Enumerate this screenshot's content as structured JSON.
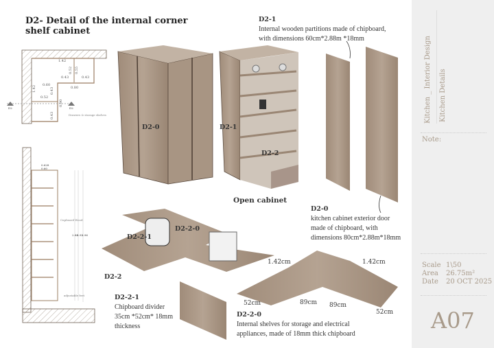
{
  "title": {
    "line1": "D2- Detail of the internal corner",
    "line2": "shelf cabinet"
  },
  "colors": {
    "wood": "#a08c7a",
    "wood_dark": "#7d6a5a",
    "sidebar": "#efefef",
    "sidebar_text": "#a89a8a"
  },
  "plan": {
    "dims": [
      "1.42",
      "0.52",
      "0.55",
      "0.43",
      "0.43",
      "0.60",
      "0.80",
      "1.42",
      "0.52",
      "0.43",
      "0.43",
      "0.90"
    ],
    "note": "Drawers & storage shelves",
    "section_marks": [
      "D2",
      "D2"
    ]
  },
  "section": {
    "dims": [
      "0.628",
      "0.60",
      "2.88",
      "2.92",
      "2.96"
    ],
    "note": "Cupboard Wood",
    "foot": "adjustable feet"
  },
  "closed_cabinet": {
    "label": "D2-0"
  },
  "open_cabinet": {
    "label1": "D2-1",
    "label2": "D2-2",
    "caption": "Open cabinet"
  },
  "d21": {
    "code": "D2-1",
    "line1": "Internal wooden partitions made of chipboard,",
    "line2": "with dimensions 60cm*2.88m *18mm"
  },
  "d20": {
    "code": "D2-0",
    "line1": "kitchen cabinet exterior door",
    "line2": "made of chipboard, with",
    "line3": "dimensions 80cm*2.88m*18mm"
  },
  "shelf_assembly": {
    "label_divider": "D2-2-1",
    "label_shelf": "D2-2-0",
    "label_group": "D2-2"
  },
  "d221": {
    "code": "D2-2-1",
    "line1": "Chipboard divider",
    "line2": "35cm *52cm* 18mm",
    "line3": "thickness"
  },
  "d220": {
    "code": "D2-2-0",
    "line1": "Internal shelves for storage and electrical",
    "line2": "appliances, made of 18mm thick chipboard"
  },
  "shelf_dims": {
    "a": "1.42cm",
    "b": "1.42cm",
    "c": "52cm",
    "d": "89cm",
    "e": "89cm",
    "f": "52cm"
  },
  "sidebar": {
    "project": "Kitchen _ Interior Design",
    "sheet": "Kitchen Details",
    "note_label": "Note:",
    "scale_label": "Scale",
    "scale": "1\\50",
    "area_label": "Area",
    "area": "26.75m²",
    "date_label": "Date",
    "date": "20 OCT 2025",
    "code": "A07"
  }
}
